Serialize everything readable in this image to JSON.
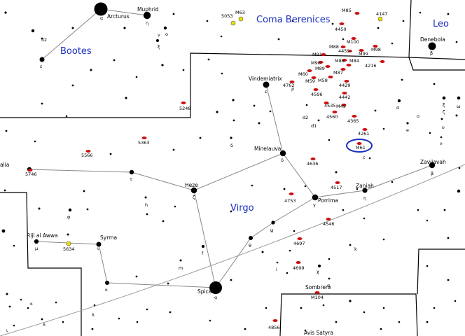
{
  "constellations": [
    {
      "id": "coma",
      "name": "Coma Berenices"
    },
    {
      "id": "bootes",
      "name": "Bootes"
    },
    {
      "id": "virgo",
      "name": "Virgo"
    },
    {
      "id": "leo",
      "name": "Leo"
    }
  ],
  "named_stars": [
    {
      "id": "arcturus",
      "name": "Arcturus",
      "greek": "α"
    },
    {
      "id": "muphrid",
      "name": "Muphrid",
      "greek": "η"
    },
    {
      "id": "denebola",
      "name": "Denebola",
      "greek": "β"
    },
    {
      "id": "vindemiatrix",
      "name": "Vindemiatrix",
      "greek": "ε"
    },
    {
      "id": "minelauva",
      "name": "Minelauva",
      "greek": "δ"
    },
    {
      "id": "zavijavah",
      "name": "Zavijavah",
      "greek": "β"
    },
    {
      "id": "zaniah",
      "name": "Zaniah",
      "greek": "η"
    },
    {
      "id": "porrima",
      "name": "Porrima",
      "greek": "γ"
    },
    {
      "id": "heze",
      "name": "Heze",
      "greek": "ζ"
    },
    {
      "id": "syrma",
      "name": "Syrma",
      "greek": "ι"
    },
    {
      "id": "rijl",
      "name": "Rijl al Awwa",
      "greek": "μ"
    },
    {
      "id": "spica",
      "name": "Spica",
      "greek": "α"
    },
    {
      "id": "sombrero",
      "name": "Sombrero",
      "greek": ""
    },
    {
      "id": "avis",
      "name": "Avis Satyra",
      "greek": ""
    },
    {
      "id": "alia",
      "name": "alia",
      "greek": ""
    }
  ],
  "deep_sky": [
    {
      "id": "m63",
      "label": "M63",
      "kind": "glob"
    },
    {
      "id": "n5053",
      "label": "5053",
      "kind": "glob"
    },
    {
      "id": "n4147",
      "label": "4147",
      "kind": "glob"
    },
    {
      "id": "n5634",
      "label": "5634",
      "kind": "glob"
    },
    {
      "id": "m85",
      "label": "M85",
      "kind": "gal"
    },
    {
      "id": "n4450",
      "label": "4450",
      "kind": "gal"
    },
    {
      "id": "m100",
      "label": "M100",
      "kind": "gal"
    },
    {
      "id": "m88",
      "label": "M88",
      "kind": "gal"
    },
    {
      "id": "n4459",
      "label": "4459",
      "kind": "gal"
    },
    {
      "id": "m91",
      "label": "M91",
      "kind": "gal"
    },
    {
      "id": "m98",
      "label": "M98",
      "kind": "gal"
    },
    {
      "id": "m99",
      "label": "M99",
      "kind": "gal"
    },
    {
      "id": "m84",
      "label": "M84",
      "kind": "gal"
    },
    {
      "id": "m86",
      "label": "M86",
      "kind": "gal"
    },
    {
      "id": "m90",
      "label": "M90",
      "kind": "gal"
    },
    {
      "id": "m89",
      "label": "M89",
      "kind": "gal"
    },
    {
      "id": "m87",
      "label": "M87",
      "kind": "gal"
    },
    {
      "id": "n4216",
      "label": "4216",
      "kind": "gal"
    },
    {
      "id": "m60",
      "label": "M60",
      "kind": "gal"
    },
    {
      "id": "m59",
      "label": "M59",
      "kind": "gal"
    },
    {
      "id": "m58",
      "label": "M58",
      "kind": "gal"
    },
    {
      "id": "n4429",
      "label": "4429",
      "kind": "gal"
    },
    {
      "id": "n4762",
      "label": "4762",
      "kind": "gal"
    },
    {
      "id": "n4596",
      "label": "4596",
      "kind": "gal"
    },
    {
      "id": "n4442",
      "label": "4442",
      "kind": "gal"
    },
    {
      "id": "n4535",
      "label": "4535",
      "kind": "gal"
    },
    {
      "id": "m49",
      "label": "M49",
      "kind": "gal"
    },
    {
      "id": "n4560",
      "label": "4560",
      "kind": "gal"
    },
    {
      "id": "n4365",
      "label": "4365",
      "kind": "gal"
    },
    {
      "id": "n4261",
      "label": "4261",
      "kind": "gal"
    },
    {
      "id": "m61",
      "label": "M61",
      "kind": "gal"
    },
    {
      "id": "n4636",
      "label": "4636",
      "kind": "gal"
    },
    {
      "id": "n4517",
      "label": "4517",
      "kind": "gal"
    },
    {
      "id": "n4753",
      "label": "4753",
      "kind": "gal"
    },
    {
      "id": "n4546",
      "label": "4546",
      "kind": "gal"
    },
    {
      "id": "n4697",
      "label": "4697",
      "kind": "gal"
    },
    {
      "id": "n4699",
      "label": "4699",
      "kind": "gal"
    },
    {
      "id": "m104",
      "label": "M104",
      "kind": "gal"
    },
    {
      "id": "n4856",
      "label": "4856",
      "kind": "gal"
    },
    {
      "id": "n5248",
      "label": "5248",
      "kind": "gal"
    },
    {
      "id": "n5363",
      "label": "5363",
      "kind": "gal"
    },
    {
      "id": "n5566",
      "label": "5566",
      "kind": "gal"
    },
    {
      "id": "n5746",
      "label": "5746",
      "kind": "gal"
    }
  ],
  "greek_labels": [
    "π2",
    "ε",
    "ξ",
    "ν",
    "ο",
    "ρ",
    "σ",
    "ω",
    "ξ",
    "ζ",
    "δ",
    "τ",
    "κ",
    "λ",
    "φ",
    "ψ",
    "θ",
    "χ",
    "υ",
    "ι",
    "m",
    "o",
    "ν",
    "κ",
    "λ",
    "d2",
    "d1",
    "c",
    "e",
    "h",
    "f",
    "i",
    "q",
    "k"
  ],
  "colors": {
    "constellation_label": "#1a2fbf",
    "galaxy": "#cc1111",
    "globular": "#f0e000",
    "highlight_ring": "#1a2fbf"
  }
}
